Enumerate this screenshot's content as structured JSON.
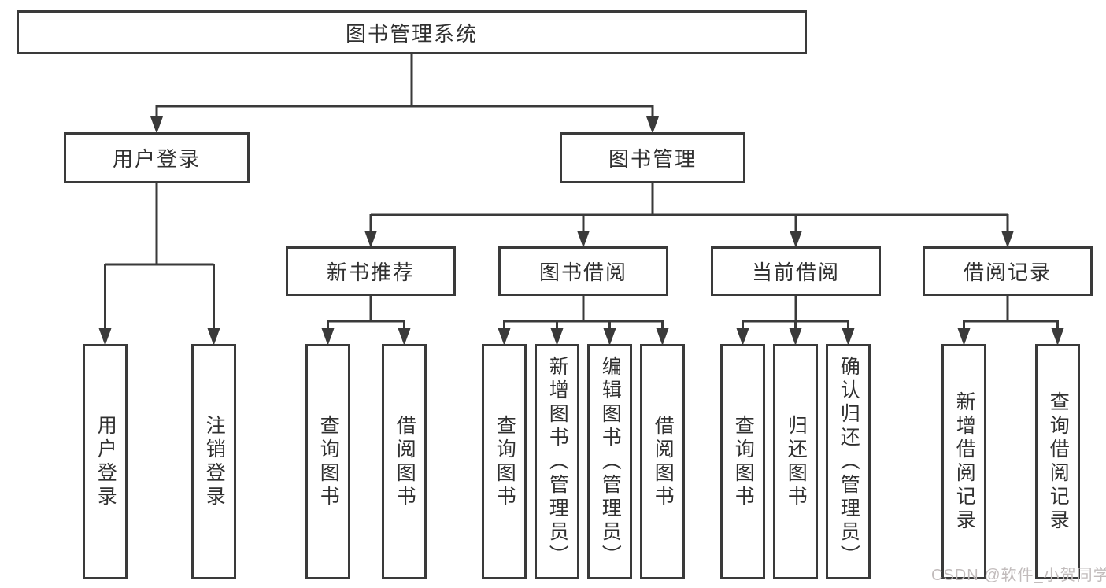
{
  "diagram": {
    "root": {
      "label": "图书管理系统"
    },
    "level2": [
      {
        "id": "user-login",
        "label": "用户登录"
      },
      {
        "id": "book-management",
        "label": "图书管理"
      }
    ],
    "level3": [
      {
        "id": "new-book-recommend",
        "parent": "book-management",
        "label": "新书推荐"
      },
      {
        "id": "book-borrow",
        "parent": "book-management",
        "label": "图书借阅"
      },
      {
        "id": "current-borrow",
        "parent": "book-management",
        "label": "当前借阅"
      },
      {
        "id": "borrow-record",
        "parent": "book-management",
        "label": "借阅记录"
      }
    ],
    "leaves": [
      {
        "parent": "user-login",
        "label": "用户登录"
      },
      {
        "parent": "user-login",
        "label": "注销登录"
      },
      {
        "parent": "new-book-recommend",
        "label": "查询图书"
      },
      {
        "parent": "new-book-recommend",
        "label": "借阅图书"
      },
      {
        "parent": "book-borrow",
        "label": "查询图书"
      },
      {
        "parent": "book-borrow",
        "label": "新增图书（管理员）"
      },
      {
        "parent": "book-borrow",
        "label": "编辑图书（管理员）"
      },
      {
        "parent": "book-borrow",
        "label": "借阅图书"
      },
      {
        "parent": "current-borrow",
        "label": "查询图书"
      },
      {
        "parent": "current-borrow",
        "label": "归还图书"
      },
      {
        "parent": "current-borrow",
        "label": "确认归还（管理员）"
      },
      {
        "parent": "borrow-record",
        "label": "新增借阅记录"
      },
      {
        "parent": "borrow-record",
        "label": "查询借阅记录"
      }
    ],
    "watermark": "CSDN @软件_小贺同学"
  },
  "colors": {
    "line": "#3a3a3a",
    "text": "#303030",
    "background": "#ffffff",
    "watermark": "#c2bcbc"
  }
}
